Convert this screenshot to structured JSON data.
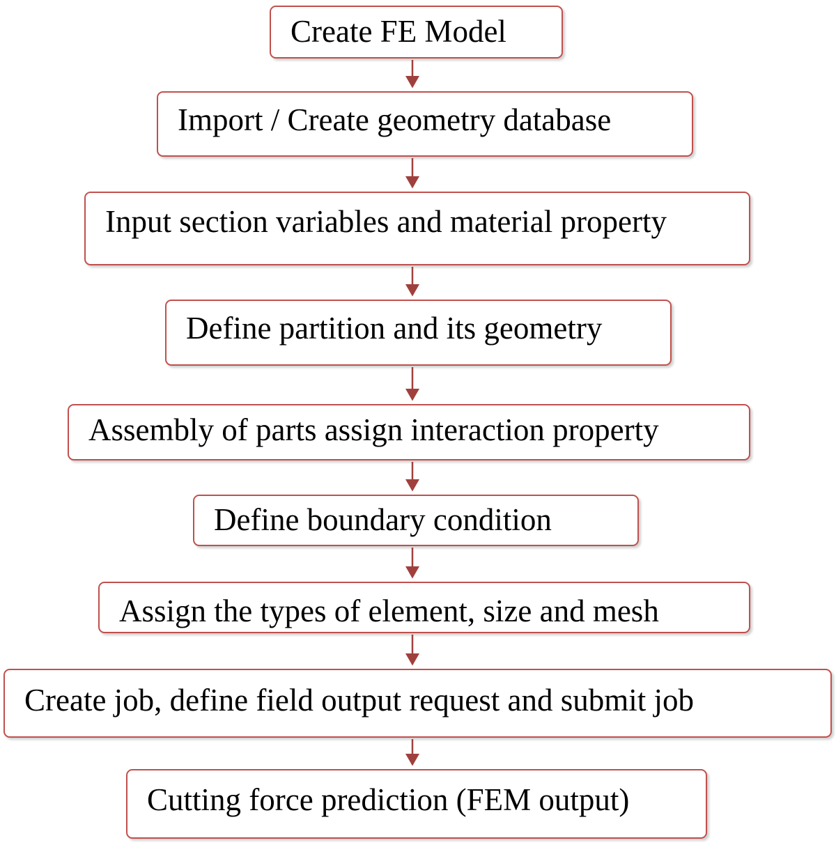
{
  "colors": {
    "box_border": "#c0504d",
    "arrow": "#a0403d",
    "text": "#000000",
    "background": "#ffffff"
  },
  "steps": [
    {
      "label": "Create FE Model"
    },
    {
      "label": "Import / Create geometry database"
    },
    {
      "label": "Input section variables and material property"
    },
    {
      "label": "Define partition and its geometry"
    },
    {
      "label": "Assembly of parts assign interaction property"
    },
    {
      "label": "Define boundary condition"
    },
    {
      "label": "Assign the types of element, size and mesh"
    },
    {
      "label": "Create job, define field output request and submit job"
    },
    {
      "label": "Cutting force prediction (FEM output)"
    }
  ]
}
